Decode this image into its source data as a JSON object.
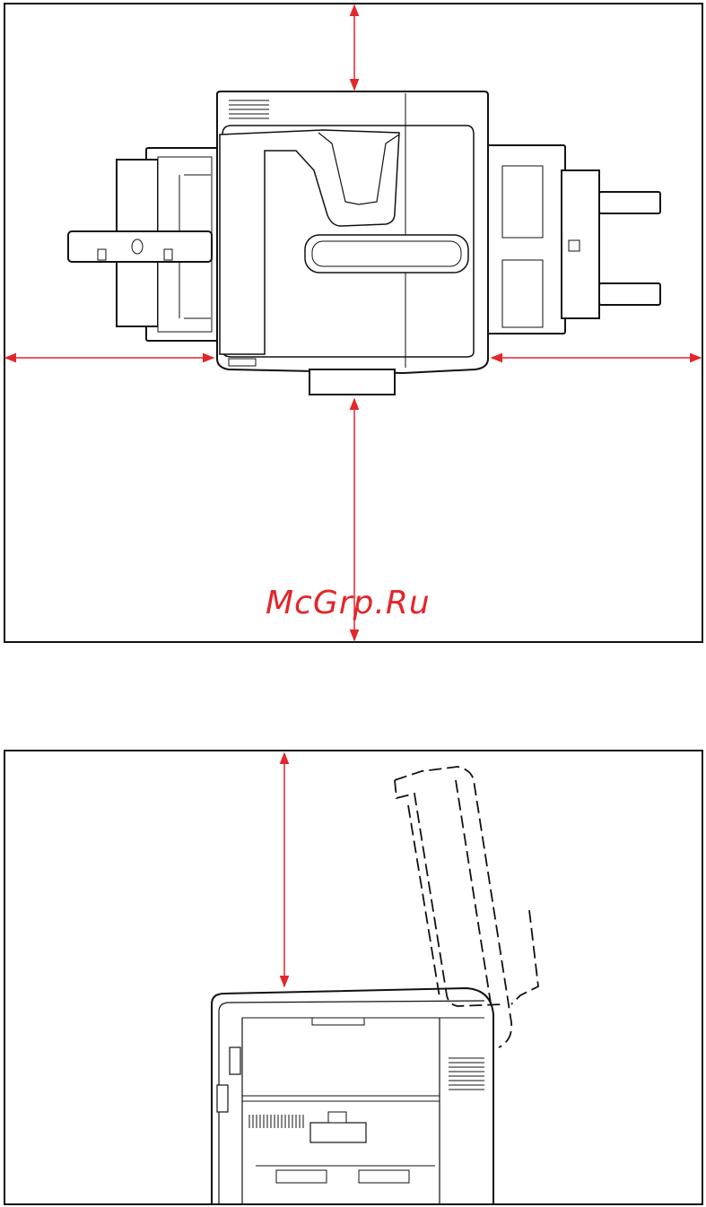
{
  "watermark": {
    "text": "McGrp.Ru"
  },
  "colors": {
    "arrow": "#e3262a",
    "ink": "#111111"
  },
  "panels": [
    {
      "id": "top-view",
      "subject": "printer-top-view"
    },
    {
      "id": "side-view",
      "subject": "printer-side-view-open-lid"
    }
  ]
}
